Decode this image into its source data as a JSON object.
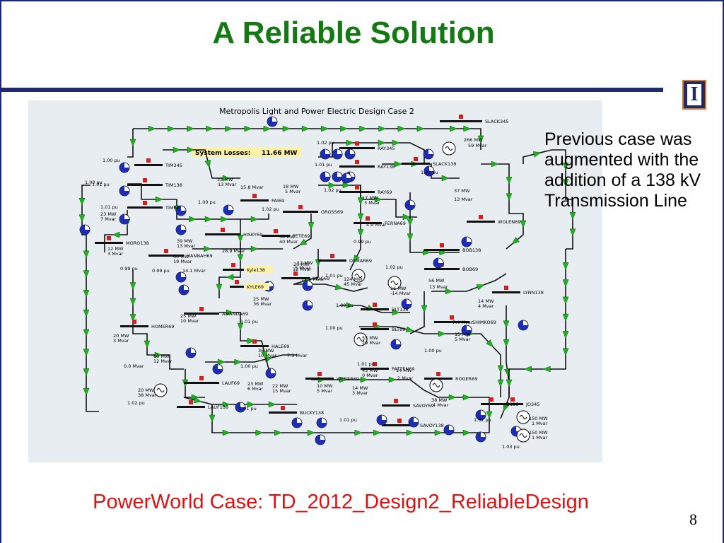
{
  "slide": {
    "title": "A Reliable Solution",
    "side_text": "Previous case was augmented with the addition of a 138 kV Transmission Line",
    "footer": "PowerWorld Case: TD_2012_Design2_ReliableDesign",
    "page_number": "8"
  },
  "logo": {
    "letter": "I"
  },
  "diagram": {
    "title": "Metropolis Light and Power Electric Design Case 2",
    "losses_label": "System Losses:",
    "losses_value": "11.66 MW",
    "buses": [
      "SLACK345",
      "RAY345",
      "RAY138",
      "SLACK138",
      "RAY69",
      "TIM345",
      "TIM138",
      "TIM69",
      "PAI69",
      "GROSS69",
      "FERNA69",
      "HISKY69",
      "PETE69",
      "MORO138",
      "HANNAH69",
      "DEMAR69",
      "BOB138",
      "BOB69",
      "WOLEN69",
      "Kyle138",
      "KYLE69",
      "UIUC69",
      "BLT138",
      "BLT69",
      "LYNN138",
      "SHIMKO69",
      "HOMER69",
      "AMANDA69",
      "HALE69",
      "PATTEN69",
      "LAUF69",
      "WEBER69",
      "ROGER69",
      "LAUF138",
      "BUCKY138",
      "SAVOY69",
      "SAVOY138",
      "JO138",
      "JO345"
    ],
    "values": [
      "1.02 pu",
      "1.01 pu",
      "1.00 pu",
      "1.03 pu",
      "1.02 pu",
      "1.00 pu",
      "1.01 pu",
      "1.01 pu",
      "1.00 pu",
      "1.02 pu",
      "0.99 pu",
      "0.99 pu",
      "0.99 pu",
      "1.00 pu",
      "1.02 pu",
      "1.01 pu",
      "1.01 pu",
      "1.00 pu",
      "1.00 pu",
      "1.01 pu",
      "1.02 pu",
      "1.00 pu",
      "1.01 pu",
      "1.01 pu",
      "1.02 pu",
      "1.03 pu",
      "266 MW",
      "59 Mvar",
      "33 MW",
      "13 Mvar",
      "15.8 Mvar",
      "18 MW",
      "5 Mvar",
      "17 MW",
      "3 Mvar",
      "37 MW",
      "13 Mvar",
      "23 MW",
      "7 Mvar",
      "12 MW",
      "3 Mvar",
      "4.9 Mvar",
      "58 MW",
      "40 Mvar",
      "39 MW",
      "13 Mvar",
      "28.9 Mvar",
      "12 MW",
      "5 Mvar",
      "60 MW",
      "19 Mvar",
      "14.1 Mvar",
      "20 MW",
      "12 Mvar",
      "12.8 Mvar",
      "124 MW",
      "45 Mvar",
      "56 MW",
      "13 Mvar",
      "16 MW",
      "-14 Mvar",
      "25 MW",
      "36 Mvar",
      "14 MW",
      "4 Mvar",
      "25 MW",
      "10 Mvar",
      "7.4 Mvar",
      "20 MW",
      "3 Mvar",
      "55 MW",
      "29 Mvar",
      "15 MW",
      "5 Mvar",
      "36 MW",
      "10 Mvar",
      "7.3 Mvar",
      "60 MW",
      "12 Mvar",
      "0.0 Mvar",
      "45 MW",
      "0 Mvar",
      "14 MW",
      "2 Mvar",
      "20 MW",
      "38 Mvar",
      "23 MW",
      "6 Mvar",
      "22 MW",
      "15 Mvar",
      "10 MW",
      "5 Mvar",
      "14 MW",
      "3 Mvar",
      "38 MW",
      "4 Mvar",
      "150 MW",
      "1 Mvar",
      "150 MW",
      "1 Mvar"
    ]
  },
  "colors": {
    "title": "#137a13",
    "navy": "#1f2a6b",
    "orange": "#e0741f",
    "footer": "#e21111",
    "arrow": "#1db31d",
    "bus": "#111111",
    "breaker": "#d21f1f",
    "load_pie": "#1e2db5",
    "loss_box": "#fff2a8"
  }
}
